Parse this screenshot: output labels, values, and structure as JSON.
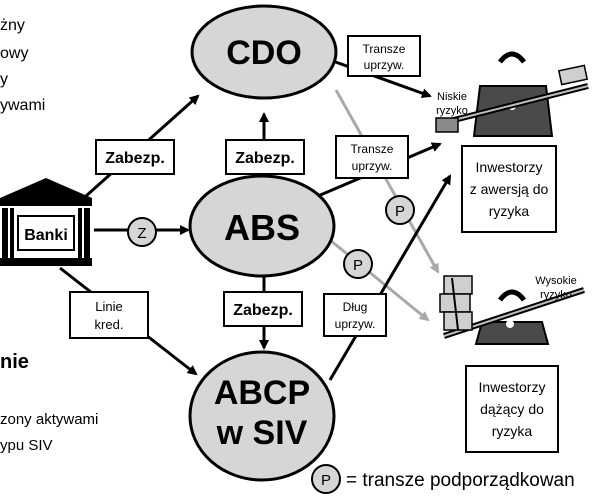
{
  "left_text": {
    "line1": "żny",
    "line2": "owy",
    "line3": "y",
    "line4": "ywami",
    "heading": "nie",
    "line5": "zony aktywami",
    "line6": "ypu SIV"
  },
  "nodes": {
    "cdo": "CDO",
    "abs": "ABS",
    "abcp_line1": "ABCP",
    "abcp_line2": "w SIV",
    "banks": "Banki"
  },
  "edge_labels": {
    "zabezp_left": "Zabezp.",
    "zabezp_mid": "Zabezp.",
    "zabezp_low": "Zabezp.",
    "linie_kred_1": "Linie",
    "linie_kred_2": "kred.",
    "transze_top_1": "Transze",
    "transze_top_2": "uprzyw.",
    "transze_mid_1": "Transze",
    "transze_mid_2": "uprzyw.",
    "dlug_1": "Dług",
    "dlug_2": "uprzyw."
  },
  "markers": {
    "z": "Z",
    "p": "P"
  },
  "scale_labels": {
    "low_1": "Niskie",
    "low_2": "ryzyko",
    "high_1": "Wysokie",
    "high_2": "ryzyko"
  },
  "investor_boxes": {
    "averse_1": "Inwestorzy",
    "averse_2": "z awersją do",
    "averse_3": "ryzyka",
    "seeking_1": "Inwestorzy",
    "seeking_2": "dążący do",
    "seeking_3": "ryzyka"
  },
  "legend": {
    "symbol": "P",
    "text": "= transze podporządkowan"
  }
}
